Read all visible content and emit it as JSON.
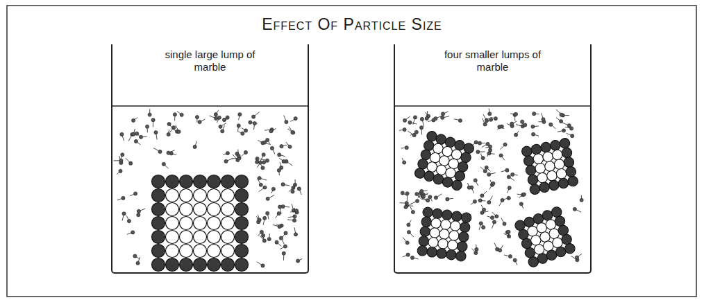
{
  "diagram": {
    "title": "Effect Of Particle Size",
    "nodes": [
      {
        "text": [
          "single large lump of marble"
        ]
      },
      {
        "text": [
          "four smaller lumps of marble"
        ]
      }
    ]
  }
}
